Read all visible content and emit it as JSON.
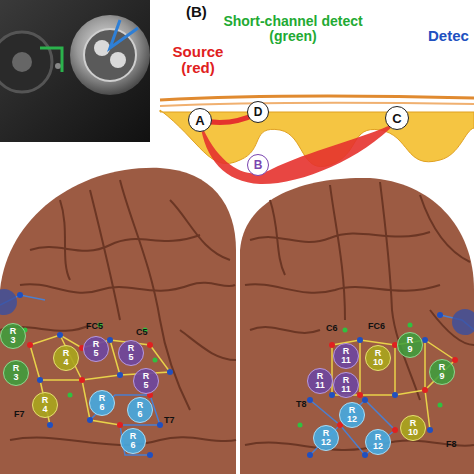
{
  "diagram": {
    "nodes": [
      {
        "text": [
          "A"
        ]
      },
      {
        "text": [
          "D"
        ]
      },
      {
        "text": [
          "C"
        ]
      },
      {
        "text": [
          "B"
        ]
      },
      {
        "text": [
          "R 3"
        ]
      },
      {
        "text": [
          "R 5"
        ]
      },
      {
        "text": [
          "R 5"
        ]
      },
      {
        "text": [
          "R 4"
        ]
      },
      {
        "text": [
          "R 3"
        ]
      },
      {
        "text": [
          "R 5"
        ]
      },
      {
        "text": [
          "R 4"
        ]
      },
      {
        "text": [
          "R 6"
        ]
      },
      {
        "text": [
          "R 6"
        ]
      },
      {
        "text": [
          "R 6"
        ]
      },
      {
        "text": [
          "R 9"
        ]
      },
      {
        "text": [
          "R 11"
        ]
      },
      {
        "text": [
          "R 10"
        ]
      },
      {
        "text": [
          "R 9"
        ]
      },
      {
        "text": [
          "R 11"
        ]
      },
      {
        "text": [
          "R 11"
        ]
      },
      {
        "text": [
          "R 12"
        ]
      },
      {
        "text": [
          "R 10"
        ]
      },
      {
        "text": [
          "R 12"
        ]
      },
      {
        "text": [
          "R 12"
        ]
      }
    ],
    "labels": [
      "(B)",
      "Source (red)",
      "Short-channel detect (green)",
      "Detec",
      "FC5",
      "C5",
      "F7",
      "T7",
      "C6",
      "FC6",
      "T8",
      "F8"
    ]
  }
}
